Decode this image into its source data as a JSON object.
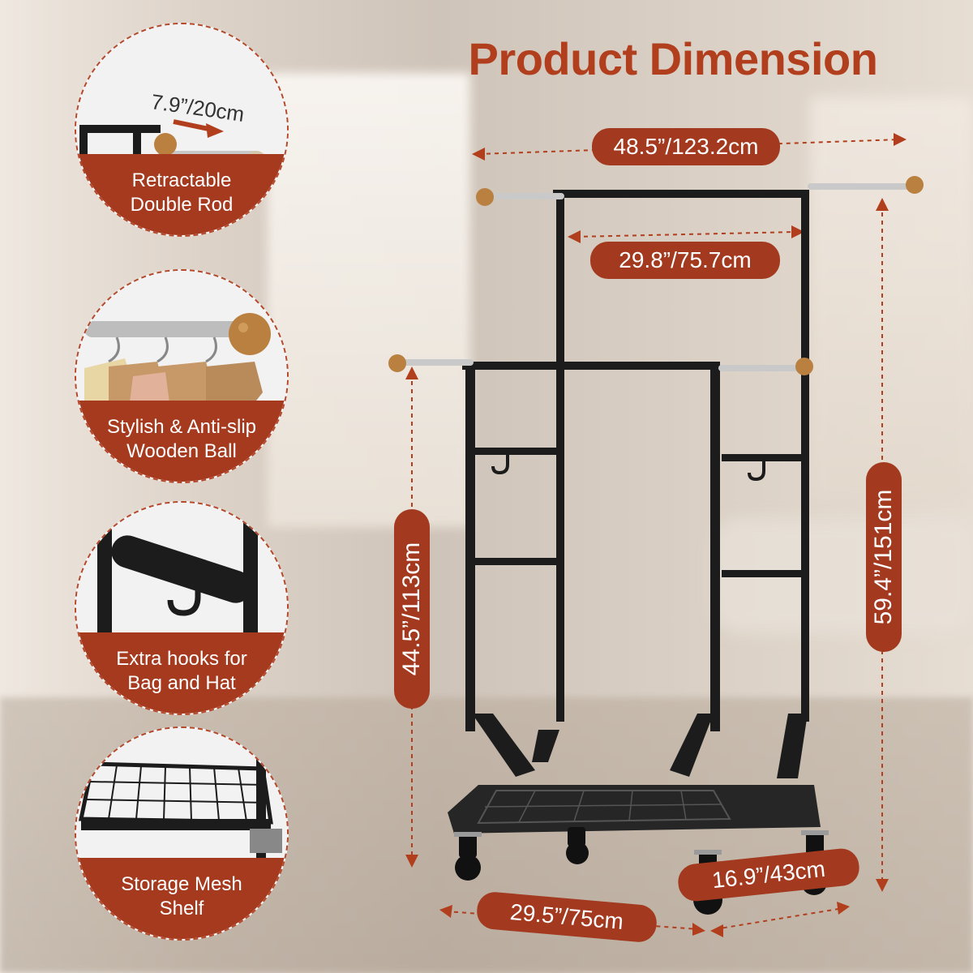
{
  "title": "Product Dimension",
  "features": [
    {
      "label_line1": "Retractable",
      "label_line2": "Double Rod",
      "detail": "7.9”/20cm"
    },
    {
      "label_line1": "Stylish & Anti-slip",
      "label_line2": "Wooden Ball"
    },
    {
      "label_line1": "Extra hooks for",
      "label_line2": "Bag and Hat"
    },
    {
      "label_line1": "Storage Mesh",
      "label_line2": "Shelf"
    }
  ],
  "dimensions": {
    "total_width": "48.5”/123.2cm",
    "inner_width": "29.8”/75.7cm",
    "low_height": "44.5”/113cm",
    "high_height": "59.4”/151cm",
    "base_length": "29.5”/75cm",
    "base_depth": "16.9”/43cm"
  },
  "colors": {
    "accent": "#a33a1f",
    "title": "#b13f1d",
    "frame": "#1c1c1c",
    "rod": "#c9c9c9",
    "wood": "#b9803f"
  }
}
